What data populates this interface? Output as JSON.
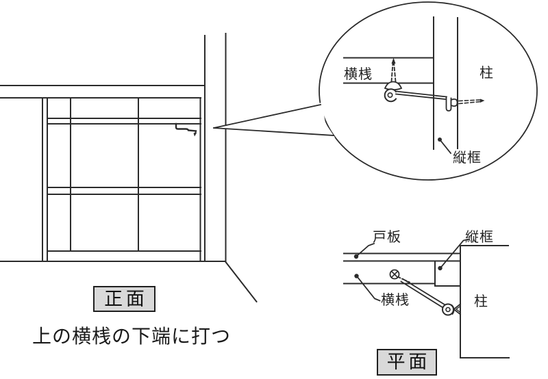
{
  "colors": {
    "line": "#2b2b2b",
    "tag_background": "#d9d9d9"
  },
  "detail_view": {
    "labels": {
      "rail": "横桟",
      "pillar": "柱",
      "stile": "縦框"
    }
  },
  "front_view": {
    "tag": "正面"
  },
  "plan_view": {
    "tag": "平面",
    "labels": {
      "door_board": "戸板",
      "stile": "縦框",
      "rail": "横桟",
      "pillar": "柱"
    }
  },
  "caption": "上の横桟の下端に打つ"
}
